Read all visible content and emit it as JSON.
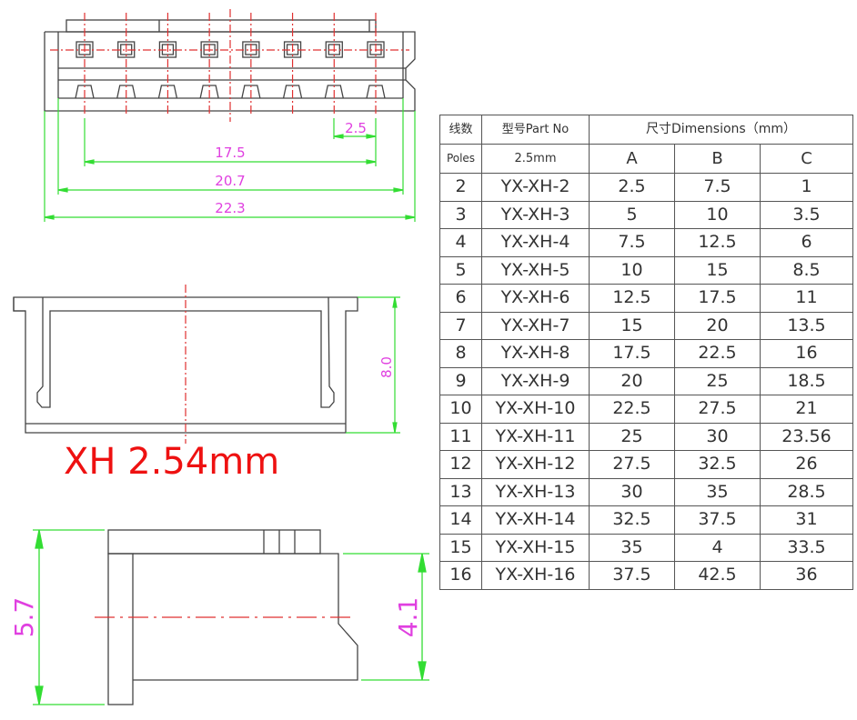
{
  "title": "XH 2.54mm",
  "front_view": {
    "pin_count": 8,
    "dimensions": {
      "pitch": "2.5",
      "pin_span": "17.5",
      "inner_width": "20.7",
      "overall_width": "22.3"
    }
  },
  "top_view": {
    "dimensions": {
      "height": "8.0"
    }
  },
  "side_view": {
    "dimensions": {
      "overall_height": "5.7",
      "body_height": "4.1"
    }
  },
  "colors": {
    "outline": "#444444",
    "centerline": "#e03030",
    "dimension_line": "#33dd33",
    "dimension_text": "#e040e0",
    "title": "#ee1111",
    "table_border": "#555555"
  },
  "table": {
    "header": {
      "poles_cn": "线数",
      "poles_en": "Poles",
      "part_no": "型号Part No",
      "pitch": "2.5mm",
      "dimensions": "尺寸Dimensions（mm）",
      "col_a": "A",
      "col_b": "B",
      "col_c": "C"
    },
    "rows": [
      {
        "poles": "2",
        "part": "YX-XH-2",
        "a": "2.5",
        "b": "7.5",
        "c": "1"
      },
      {
        "poles": "3",
        "part": "YX-XH-3",
        "a": "5",
        "b": "10",
        "c": "3.5"
      },
      {
        "poles": "4",
        "part": "YX-XH-4",
        "a": "7.5",
        "b": "12.5",
        "c": "6"
      },
      {
        "poles": "5",
        "part": "YX-XH-5",
        "a": "10",
        "b": "15",
        "c": "8.5"
      },
      {
        "poles": "6",
        "part": "YX-XH-6",
        "a": "12.5",
        "b": "17.5",
        "c": "11"
      },
      {
        "poles": "7",
        "part": "YX-XH-7",
        "a": "15",
        "b": "20",
        "c": "13.5"
      },
      {
        "poles": "8",
        "part": "YX-XH-8",
        "a": "17.5",
        "b": "22.5",
        "c": "16"
      },
      {
        "poles": "9",
        "part": "YX-XH-9",
        "a": "20",
        "b": "25",
        "c": "18.5"
      },
      {
        "poles": "10",
        "part": "YX-XH-10",
        "a": "22.5",
        "b": "27.5",
        "c": "21"
      },
      {
        "poles": "11",
        "part": "YX-XH-11",
        "a": "25",
        "b": "30",
        "c": "23.56"
      },
      {
        "poles": "12",
        "part": "YX-XH-12",
        "a": "27.5",
        "b": "32.5",
        "c": "26"
      },
      {
        "poles": "13",
        "part": "YX-XH-13",
        "a": "30",
        "b": "35",
        "c": "28.5"
      },
      {
        "poles": "14",
        "part": "YX-XH-14",
        "a": "32.5",
        "b": "37.5",
        "c": "31"
      },
      {
        "poles": "15",
        "part": "YX-XH-15",
        "a": "35",
        "b": "4",
        "c": "33.5"
      },
      {
        "poles": "16",
        "part": "YX-XH-16",
        "a": "37.5",
        "b": "42.5",
        "c": "36"
      }
    ]
  }
}
